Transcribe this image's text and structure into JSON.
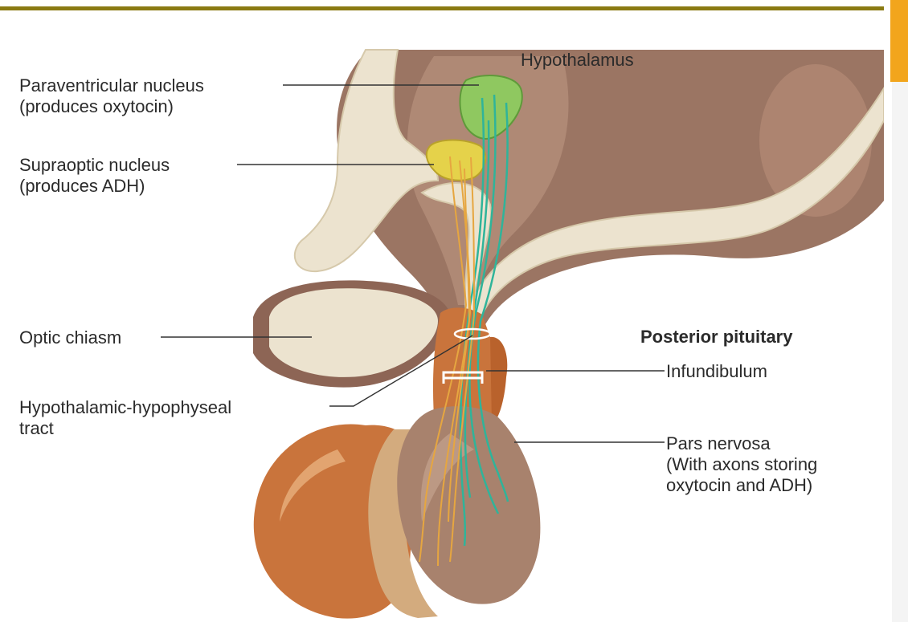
{
  "colors": {
    "top_rule": "#8a7a12",
    "edge_tab": "#f2a51c",
    "bone": "#ece3cf",
    "brain_tissue": "#9b7563",
    "pituitary_anterior": "#c9743c",
    "pituitary_posterior": "#a8826d",
    "paraventricular_nucleus": "#8fc860",
    "supraoptic_nucleus": "#e5d24a",
    "axon_teal": "#2fb49a",
    "axon_orange": "#e6a640"
  },
  "labels": {
    "hypothalamus": "Hypothalamus",
    "paraventricular": {
      "line1": "Paraventricular nucleus",
      "line2": "(produces oxytocin)"
    },
    "supraoptic": {
      "line1": "Supraoptic nucleus",
      "line2": "(produces ADH)"
    },
    "optic_chiasm": "Optic chiasm",
    "tract": {
      "line1": "Hypothalamic-hypophyseal",
      "line2": "tract"
    },
    "posterior_pituitary": "Posterior pituitary",
    "infundibulum": "Infundibulum",
    "pars_nervosa": {
      "line1": "Pars nervosa",
      "line2": "(With axons storing",
      "line3": "oxytocin and ADH)"
    }
  }
}
